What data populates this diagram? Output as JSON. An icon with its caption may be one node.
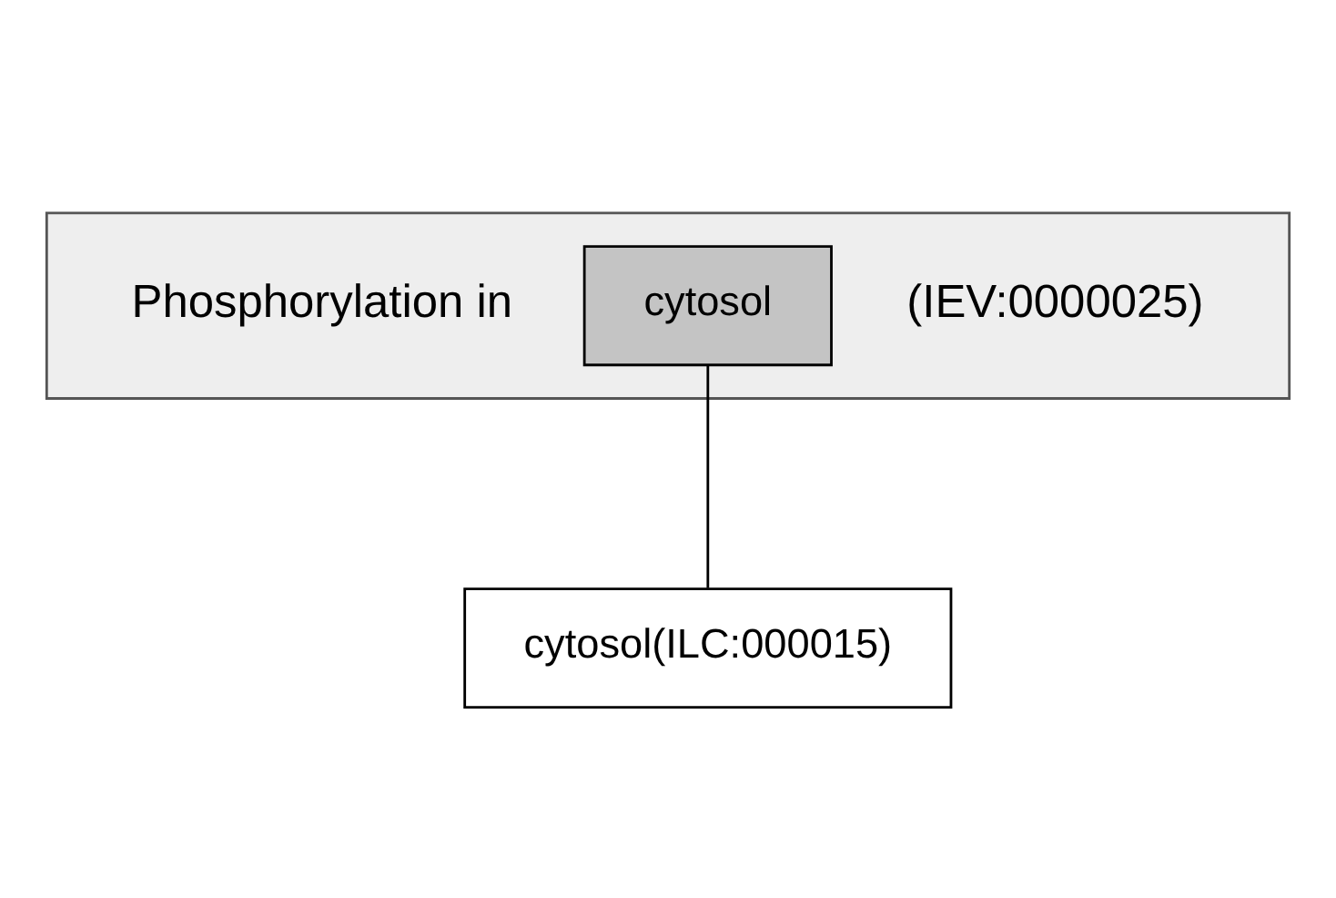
{
  "diagram": {
    "nodes": [
      {
        "text": [
          "Phosphorylation in",
          "(IEV:0000025)"
        ]
      },
      {
        "text": [
          "cytosol"
        ],
        "in": 0
      },
      {
        "text": [
          "cytosol(ILC:000015)"
        ]
      }
    ],
    "edges": [
      {
        "from": 1,
        "to": 2,
        "arrow": "none"
      }
    ]
  }
}
